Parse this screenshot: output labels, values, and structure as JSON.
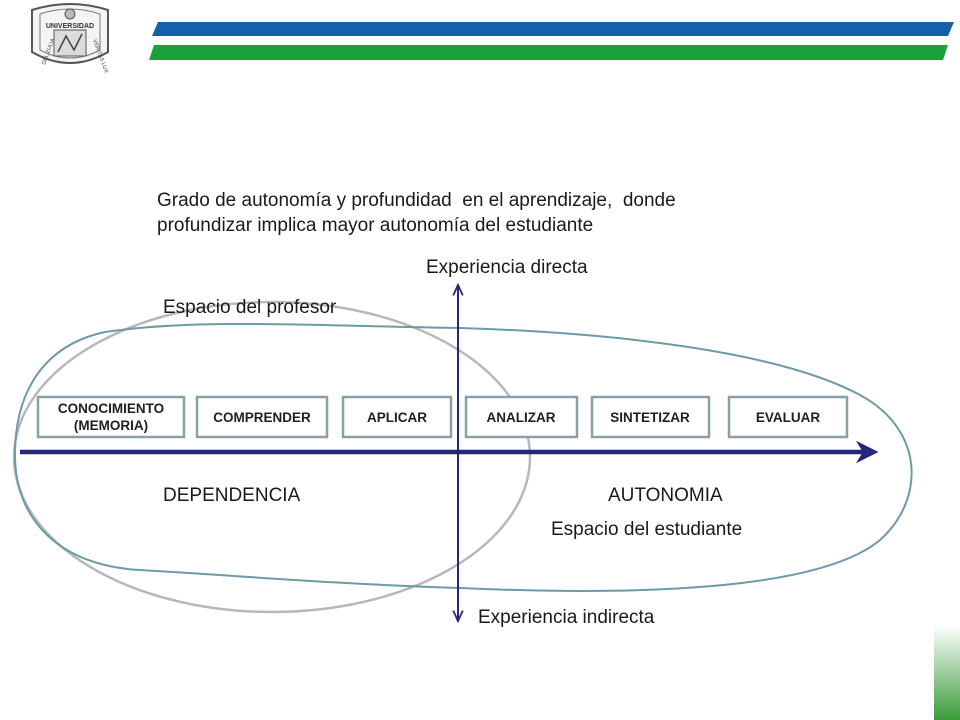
{
  "logo": {
    "text_top": "UNIVERSIDAD",
    "text_left": "DEL ZULIA",
    "text_right": "VERITAS LUX"
  },
  "header": {
    "bar_top_color": "#1560a8",
    "bar_bottom_color": "#1aa23a"
  },
  "title": {
    "line1": "Grado de autonomía y profundidad  en el aprendizaje,  donde",
    "line2": "profundizar implica mayor autonomía del estudiante"
  },
  "axis": {
    "top_label": "Experiencia directa",
    "bottom_label": "Experiencia indirecta",
    "color": "#27277a"
  },
  "regions": {
    "profesor_label": "Espacio del profesor",
    "estudiante_label": "Espacio del estudiante",
    "left_label": "DEPENDENCIA",
    "right_label": "AUTONOMIA",
    "profesor_color": "#b8b8b8",
    "estudiante_color": "#6b9aa8"
  },
  "stages": [
    {
      "line1": "CONOCIMIENTO",
      "line2": "(MEMORIA)"
    },
    {
      "line1": "COMPRENDER"
    },
    {
      "line1": "APLICAR"
    },
    {
      "line1": "ANALIZAR"
    },
    {
      "line1": "SINTETIZAR"
    },
    {
      "line1": "EVALUAR"
    }
  ],
  "accent_colors": {
    "box_border": "#8aa0a6",
    "corner_gradient_top": "#ffffff",
    "corner_gradient_bottom": "#3a9a3a"
  }
}
